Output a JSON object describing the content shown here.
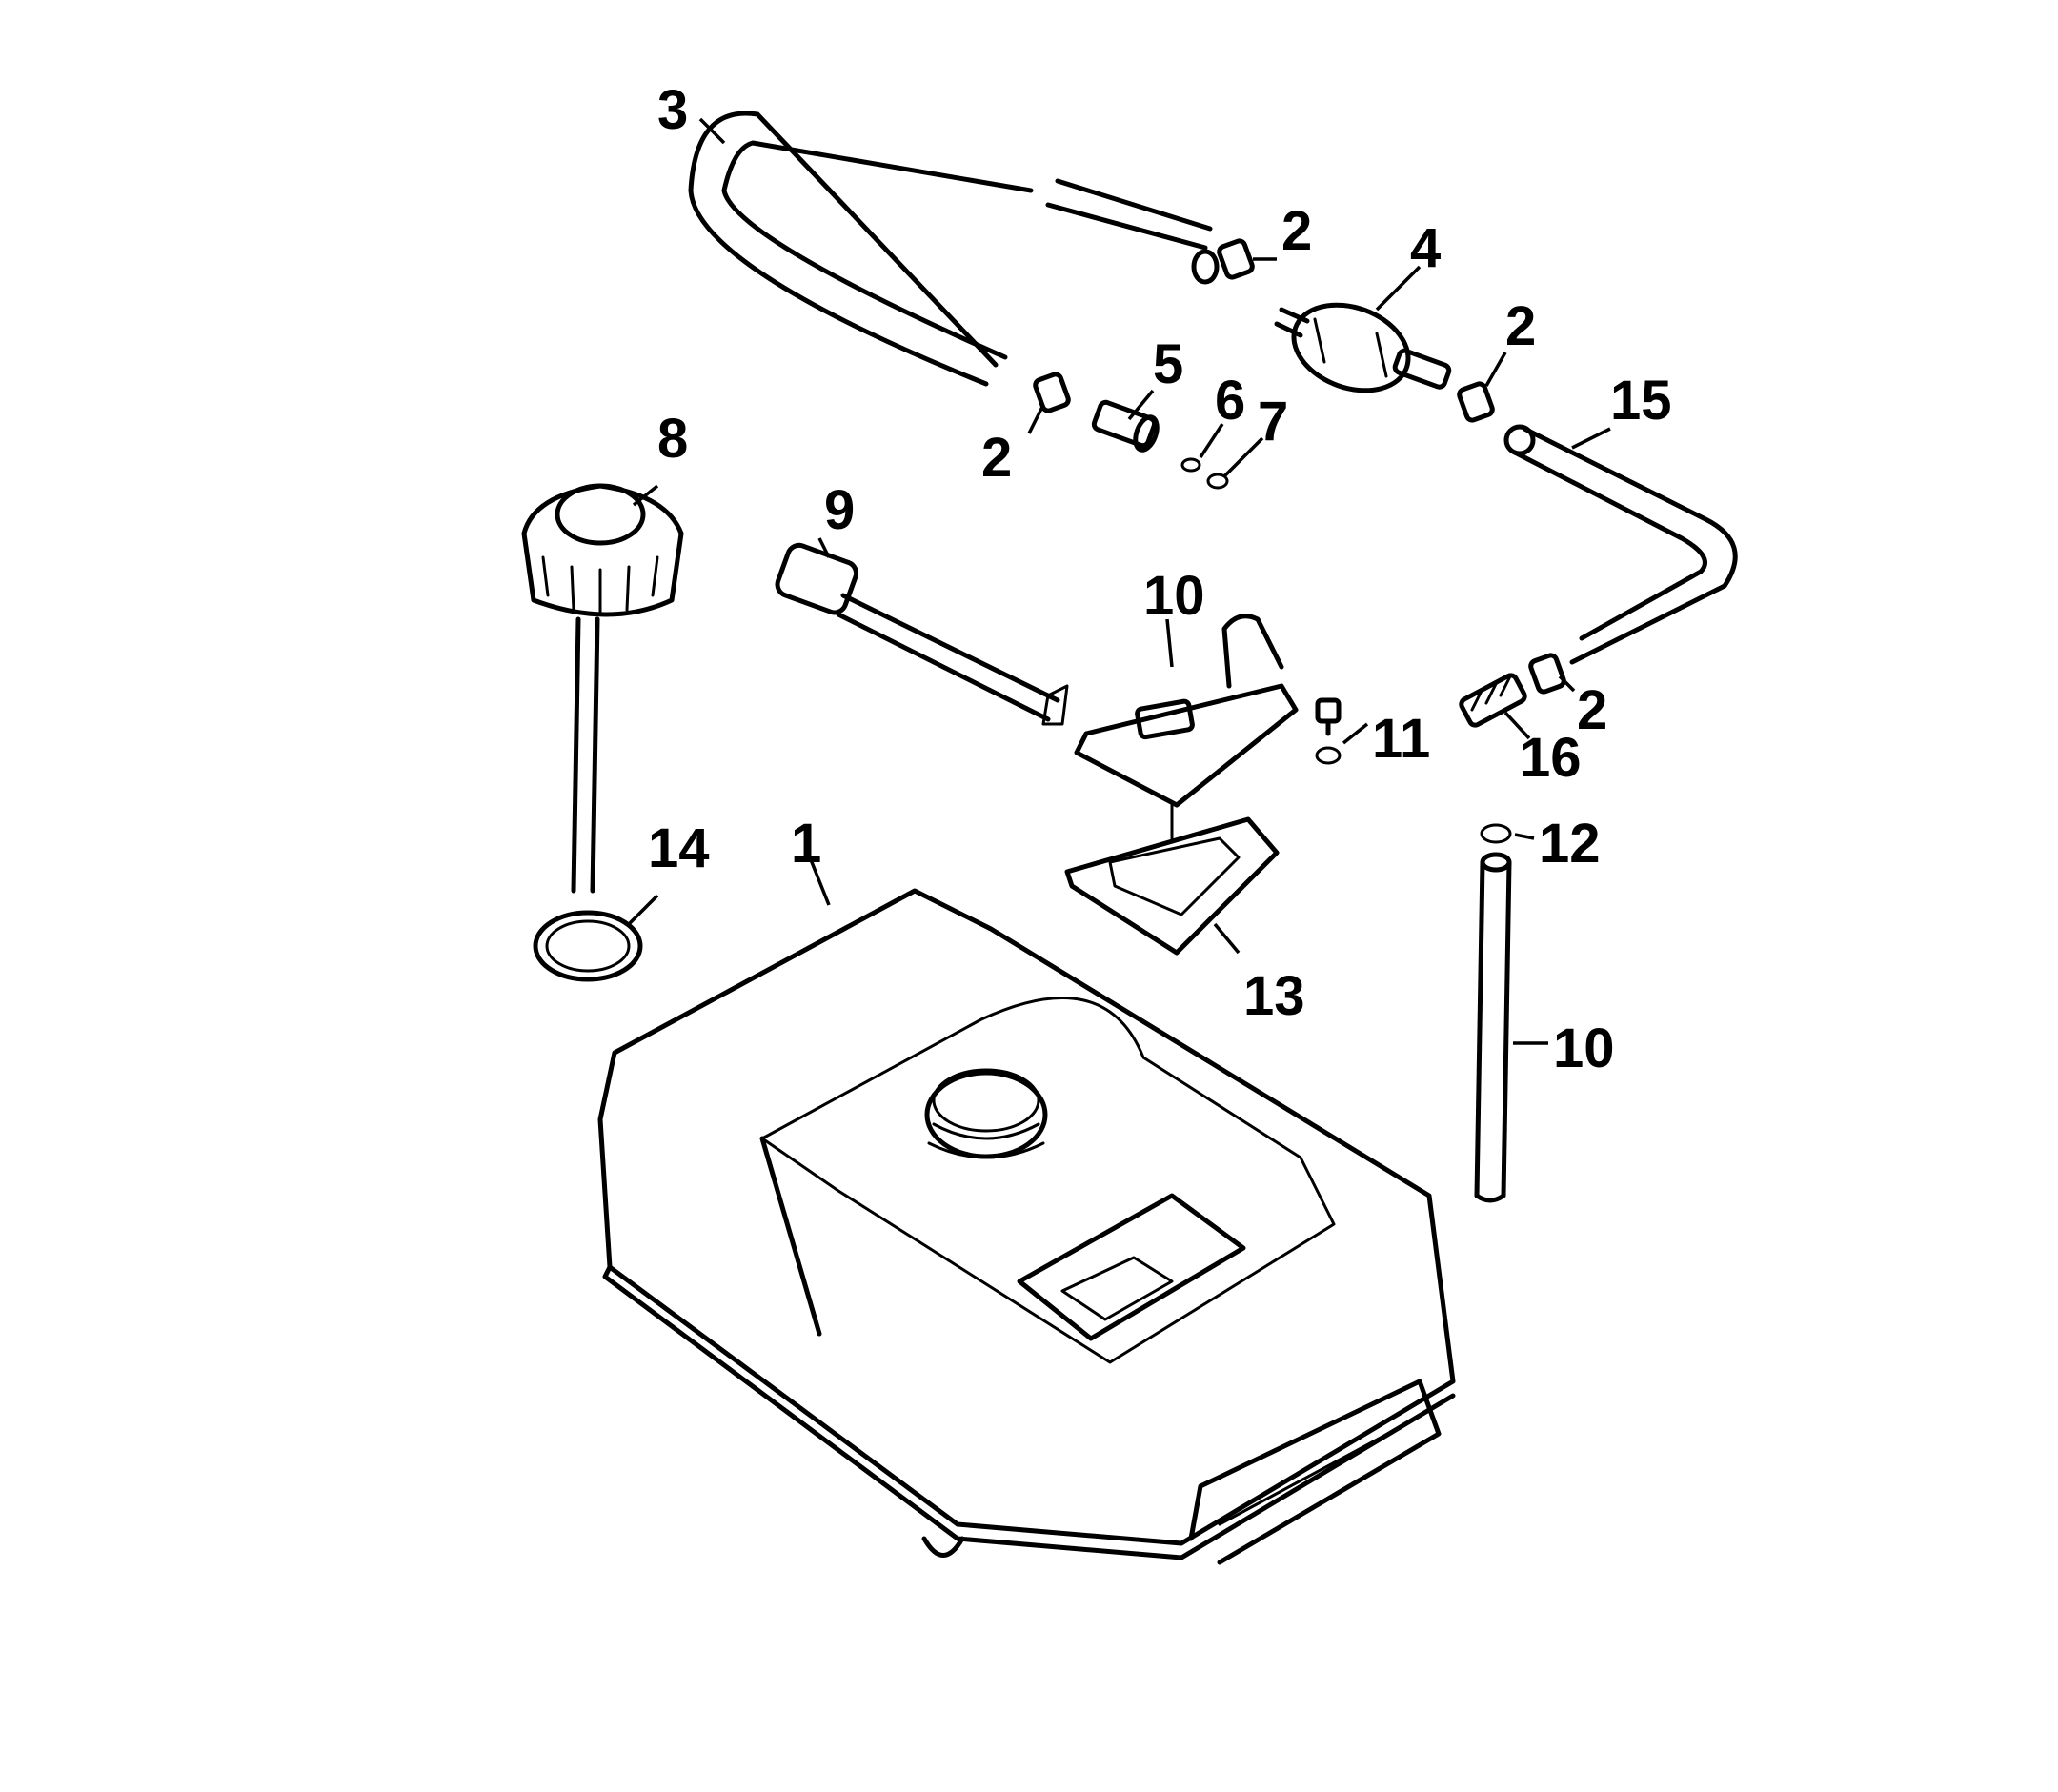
{
  "diagram": {
    "callouts": {
      "c1": "1",
      "c2a": "2",
      "c2b": "2",
      "c2c": "2",
      "c2d": "2",
      "c3": "3",
      "c4": "4",
      "c5": "5",
      "c6": "6",
      "c7": "7",
      "c8": "8",
      "c9": "9",
      "c10a": "10",
      "c10b": "10",
      "c11": "11",
      "c12": "12",
      "c13": "13",
      "c14": "14",
      "c15": "15",
      "c16": "16"
    },
    "line_color": "#000000",
    "background": "#ffffff"
  }
}
